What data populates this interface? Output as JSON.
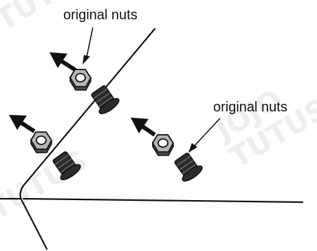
{
  "labels": {
    "top": "original nuts",
    "right": "original nuts"
  },
  "watermark": {
    "line1": "JOJO",
    "line2": "TUTUS"
  },
  "colors": {
    "line": "#111111",
    "arrow": "#111111",
    "nut_fill": "#b5b5b5",
    "nut_dark": "#4a4a4a",
    "bolt_fill": "#2b2b2b",
    "watermark": "#ececec"
  }
}
